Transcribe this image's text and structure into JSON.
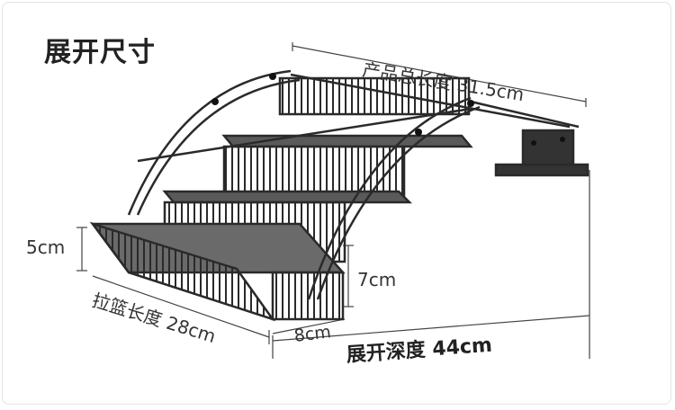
{
  "title": "展开尺寸",
  "dimensions": {
    "total_length": "产品总长度 31.5cm",
    "basket_height": "5cm",
    "step_height": "7cm",
    "step_depth": "8cm",
    "basket_length": "拉篮长度 28cm",
    "unfold_depth": "展开深度 44cm"
  },
  "colors": {
    "background": "#ffffff",
    "metal": "#2a2a2a",
    "guide_line": "#444444",
    "text": "#333333"
  }
}
